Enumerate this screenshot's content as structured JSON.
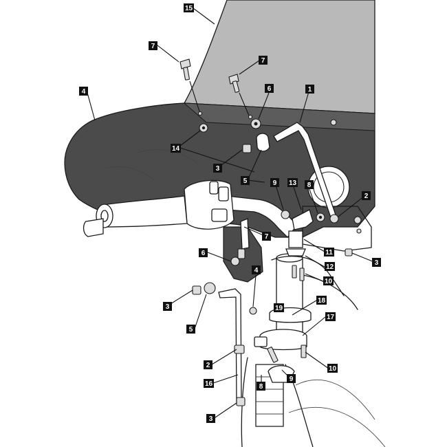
{
  "diagram": {
    "callouts": [
      {
        "id": "c15",
        "label": "15"
      },
      {
        "id": "c7a",
        "label": "7"
      },
      {
        "id": "c7b",
        "label": "7"
      },
      {
        "id": "c4a",
        "label": "4"
      },
      {
        "id": "c6a",
        "label": "6"
      },
      {
        "id": "c1",
        "label": "1"
      },
      {
        "id": "c14",
        "label": "14"
      },
      {
        "id": "c3a",
        "label": "3"
      },
      {
        "id": "c5a",
        "label": "5"
      },
      {
        "id": "c9a",
        "label": "9"
      },
      {
        "id": "c13",
        "label": "13"
      },
      {
        "id": "c8a",
        "label": "8"
      },
      {
        "id": "c2a",
        "label": "2"
      },
      {
        "id": "c7c",
        "label": "7"
      },
      {
        "id": "c11",
        "label": "11"
      },
      {
        "id": "c3b",
        "label": "3"
      },
      {
        "id": "c6b",
        "label": "6"
      },
      {
        "id": "c12",
        "label": "12"
      },
      {
        "id": "c4b",
        "label": "4"
      },
      {
        "id": "c10a",
        "label": "10"
      },
      {
        "id": "c3c",
        "label": "3"
      },
      {
        "id": "c18",
        "label": "18"
      },
      {
        "id": "c19",
        "label": "19"
      },
      {
        "id": "c5b",
        "label": "5"
      },
      {
        "id": "c17",
        "label": "17"
      },
      {
        "id": "c2b",
        "label": "2"
      },
      {
        "id": "c10b",
        "label": "10"
      },
      {
        "id": "c16",
        "label": "16"
      },
      {
        "id": "c9b",
        "label": "9"
      },
      {
        "id": "c8b",
        "label": "8"
      },
      {
        "id": "c3d",
        "label": "3"
      }
    ]
  },
  "colors": {
    "windscreen": "#b7b7b7",
    "fairing": "#4a4a4a",
    "line": "#1a1a1a",
    "callout": "#111111"
  }
}
